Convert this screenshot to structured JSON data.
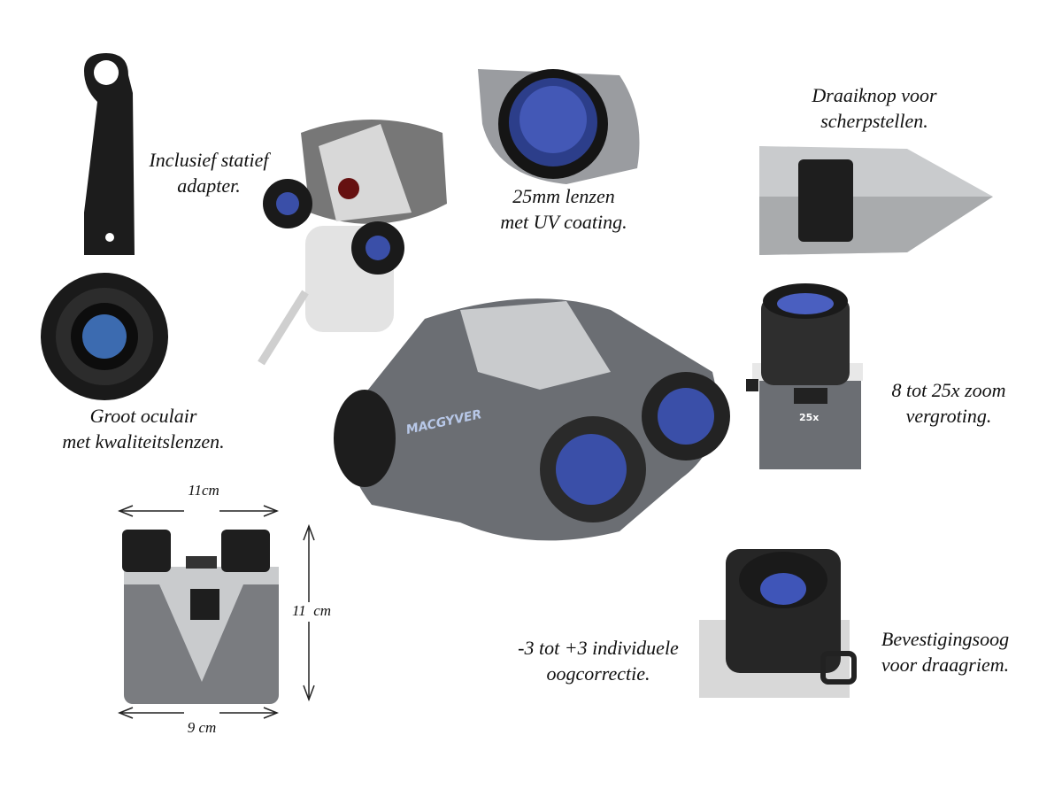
{
  "captions": {
    "tripod": {
      "line1": "Inclusief statief",
      "line2": "adapter."
    },
    "lens": {
      "line1": "25mm lenzen",
      "line2": "met UV coating."
    },
    "focus": {
      "line1": "Draaiknop voor",
      "line2": "scherpstellen."
    },
    "eyepiece": {
      "line1": "Groot oculair",
      "line2": "met kwaliteitslenzen."
    },
    "zoom": {
      "line1": "8 tot 25x zoom",
      "line2": "vergroting."
    },
    "diopter": {
      "line1": "-3 tot +3 individuele",
      "line2": "oogcorrectie."
    },
    "strap": {
      "line1": "Bevestigingsoog",
      "line2": "voor draagriem."
    }
  },
  "dimensions": {
    "top_width": "11cm",
    "height": "11  cm",
    "bottom_width": "9 cm"
  },
  "brand": "MACGYVER",
  "zoom_marking": "25x",
  "colors": {
    "lens_blue": "#3a4fa8",
    "body_gray": "#6b6e73",
    "silver": "#c9cbcd",
    "rubber": "#222"
  }
}
